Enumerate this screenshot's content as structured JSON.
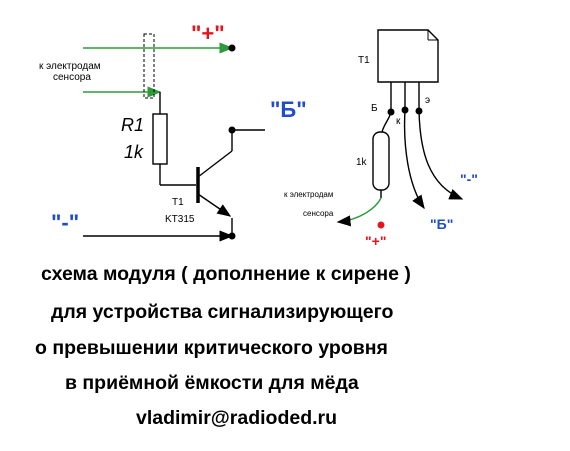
{
  "schematic": {
    "plus_label": "\"+\"",
    "minus_label": "\"-\"",
    "b_label": "\"Б\"",
    "sensor_label_line1": "к электродам",
    "sensor_label_line2": "сенсора",
    "resistor_name": "R1",
    "resistor_value": "1k",
    "transistor_name": "T1",
    "transistor_type": "KT315"
  },
  "assembly": {
    "transistor_name": "T1",
    "pin_b": "Б",
    "pin_k": "к",
    "pin_e": "э",
    "resistor_value": "1k",
    "sensor_label_line1": "к электродам",
    "sensor_label_line2": "сенсора",
    "plus_label": "\"+\"",
    "minus_label": "\"-\"",
    "b_label": "\"Б\""
  },
  "caption": {
    "line1": "схема  модуля  ( дополнение к сирене )",
    "line2": "для устройства  сигнализирующего",
    "line3": "о превышении критического уровня",
    "line4": "в приёмной ёмкости для  мёда",
    "line5": "vladimir@radioded.ru"
  },
  "colors": {
    "wire_green": "#2e9a3c",
    "wire_black": "#000000",
    "label_red": "#e8141c",
    "label_blue": "#1f4ec8"
  }
}
